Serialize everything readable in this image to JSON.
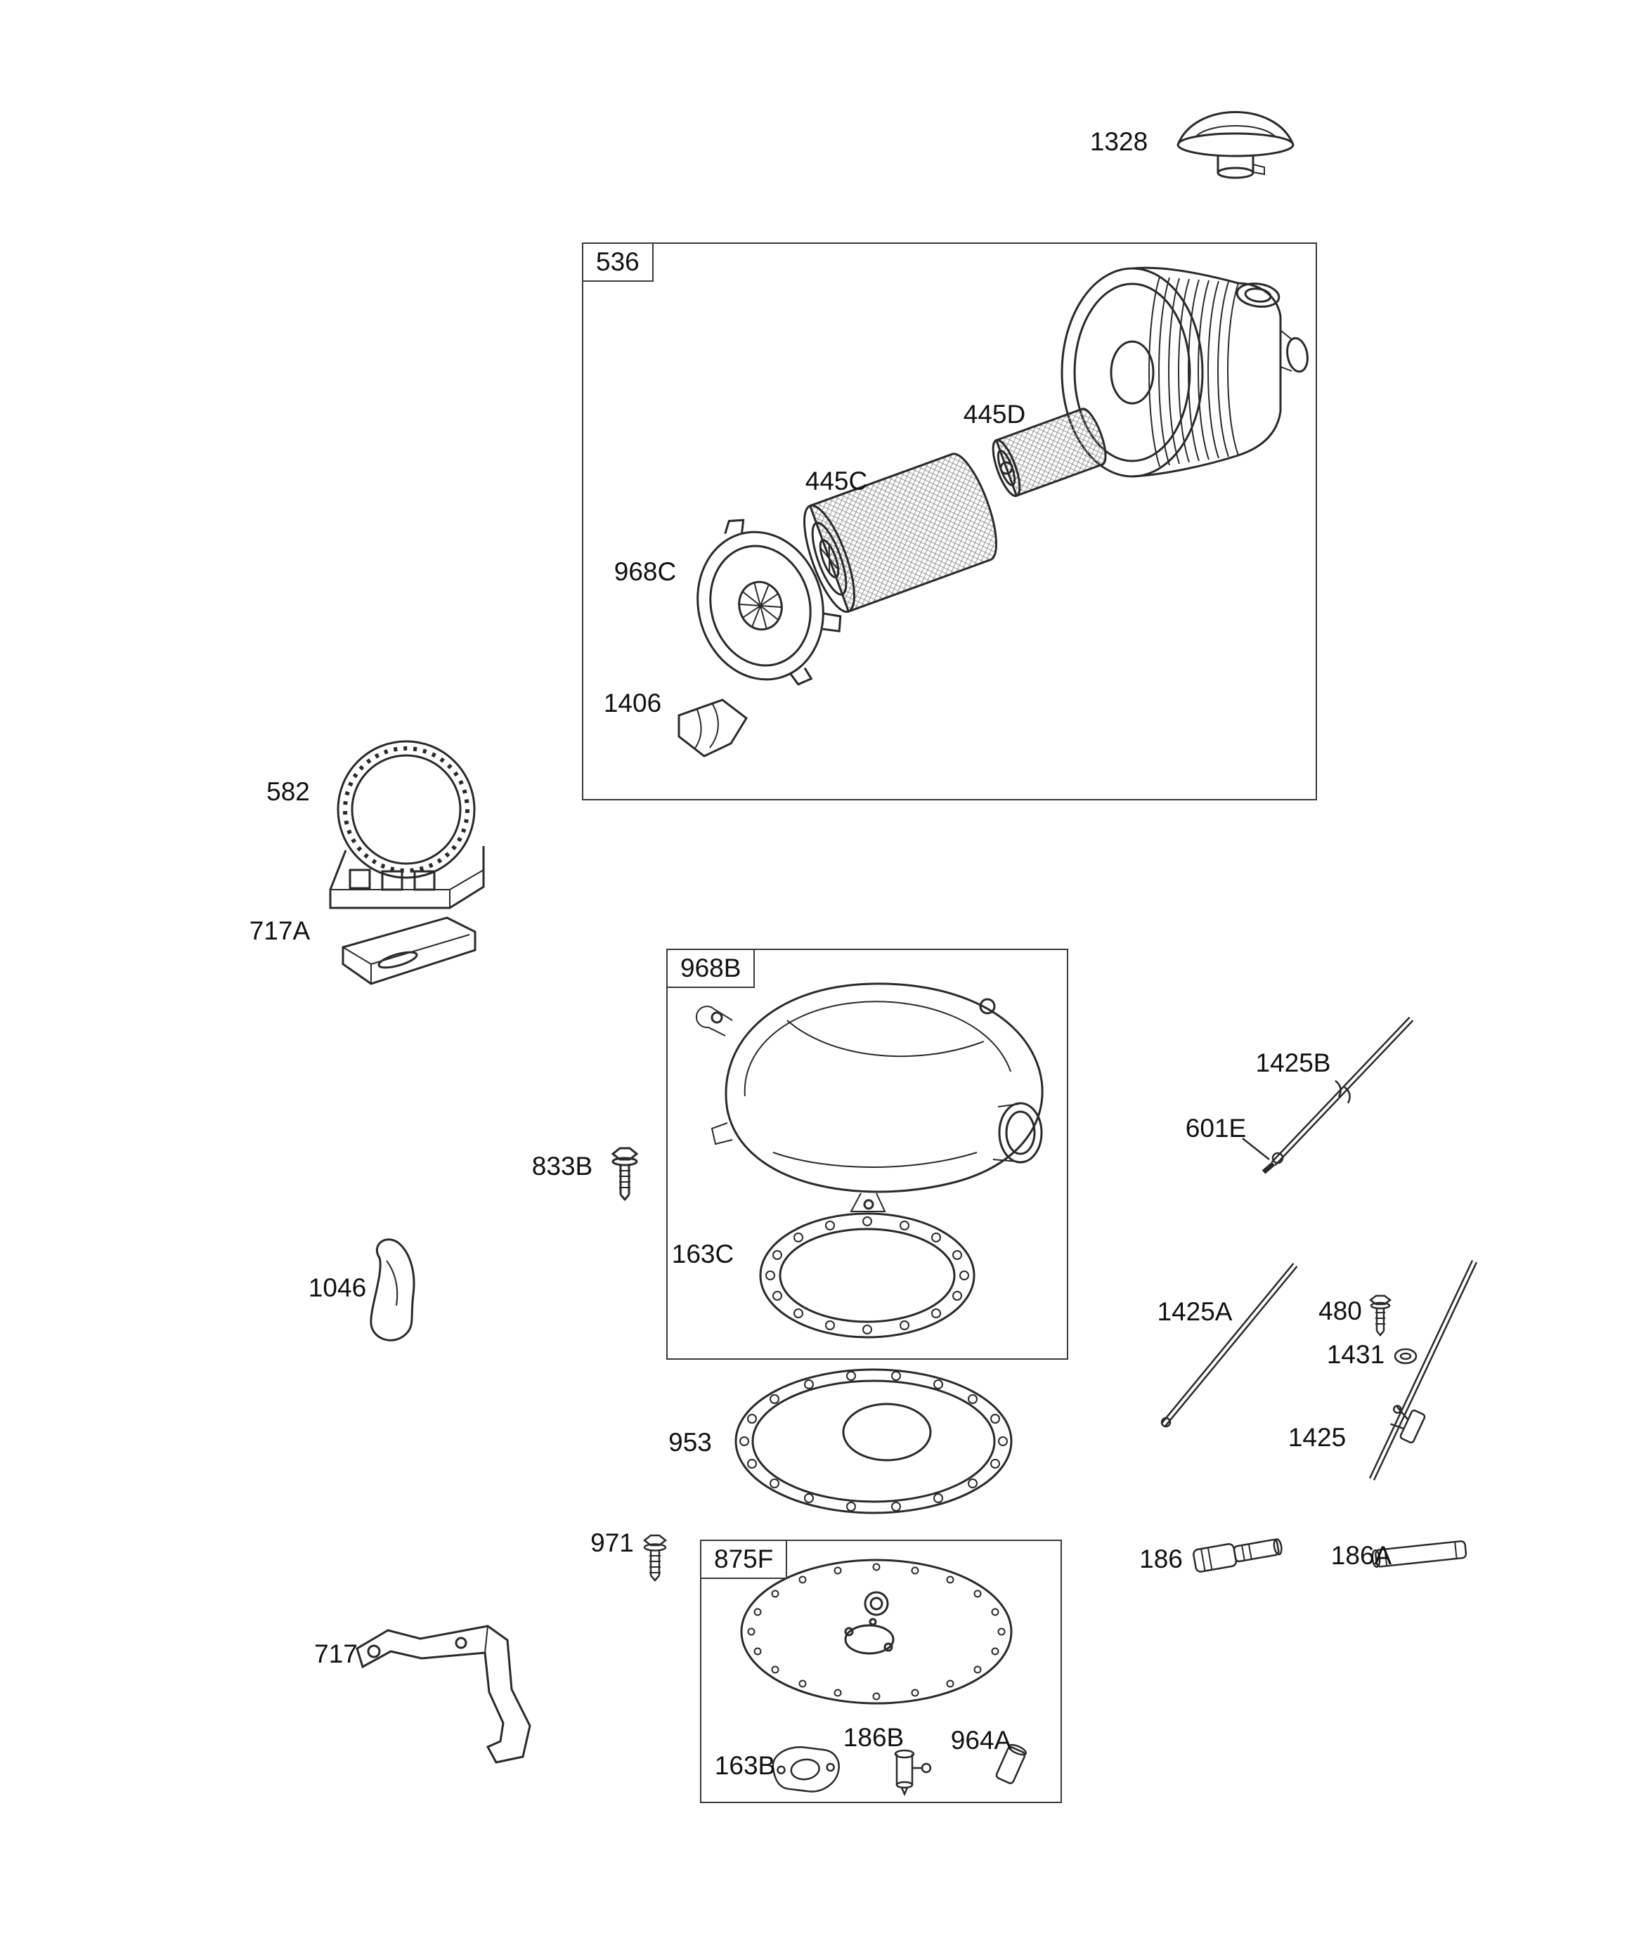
{
  "figure": {
    "type": "exploded-parts-diagram",
    "background": "#ffffff",
    "line_color": "#2a2a2a"
  },
  "callouts": {
    "c1328": "1328",
    "c536": "536",
    "c445d": "445D",
    "c445c": "445C",
    "c968c": "968C",
    "c1406": "1406",
    "c582": "582",
    "c717a": "717A",
    "c968b": "968B",
    "c833b": "833B",
    "c1046": "1046",
    "c163c": "163C",
    "c1425b": "1425B",
    "c601e": "601E",
    "c1425a": "1425A",
    "c480": "480",
    "c1431": "1431",
    "c1425": "1425",
    "c953": "953",
    "c971": "971",
    "c875f": "875F",
    "c717": "717",
    "c163b": "163B",
    "c186b": "186B",
    "c964a": "964A",
    "c186": "186",
    "c186a": "186A"
  }
}
